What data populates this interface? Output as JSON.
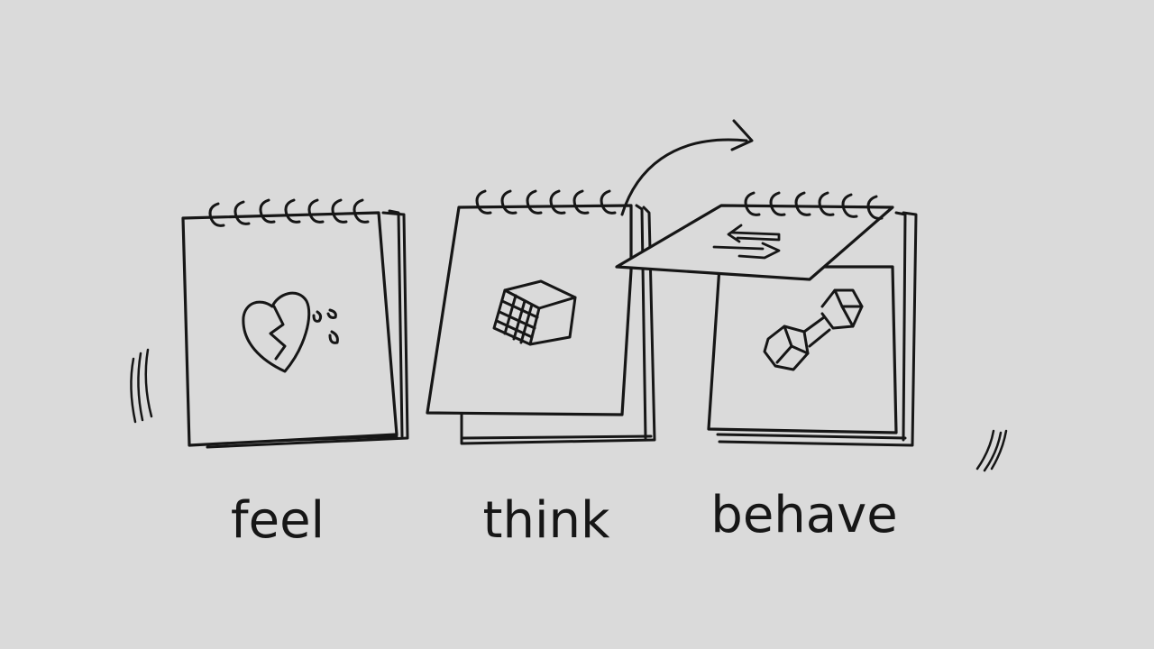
{
  "steps": [
    {
      "label": "feel",
      "icon": "broken-heart-icon"
    },
    {
      "label": "think",
      "icon": "cube-puzzle-icon"
    },
    {
      "label": "behave",
      "icon": "dumbbell-icon"
    }
  ],
  "colors": {
    "background": "#dadada",
    "ink": "#161616"
  }
}
